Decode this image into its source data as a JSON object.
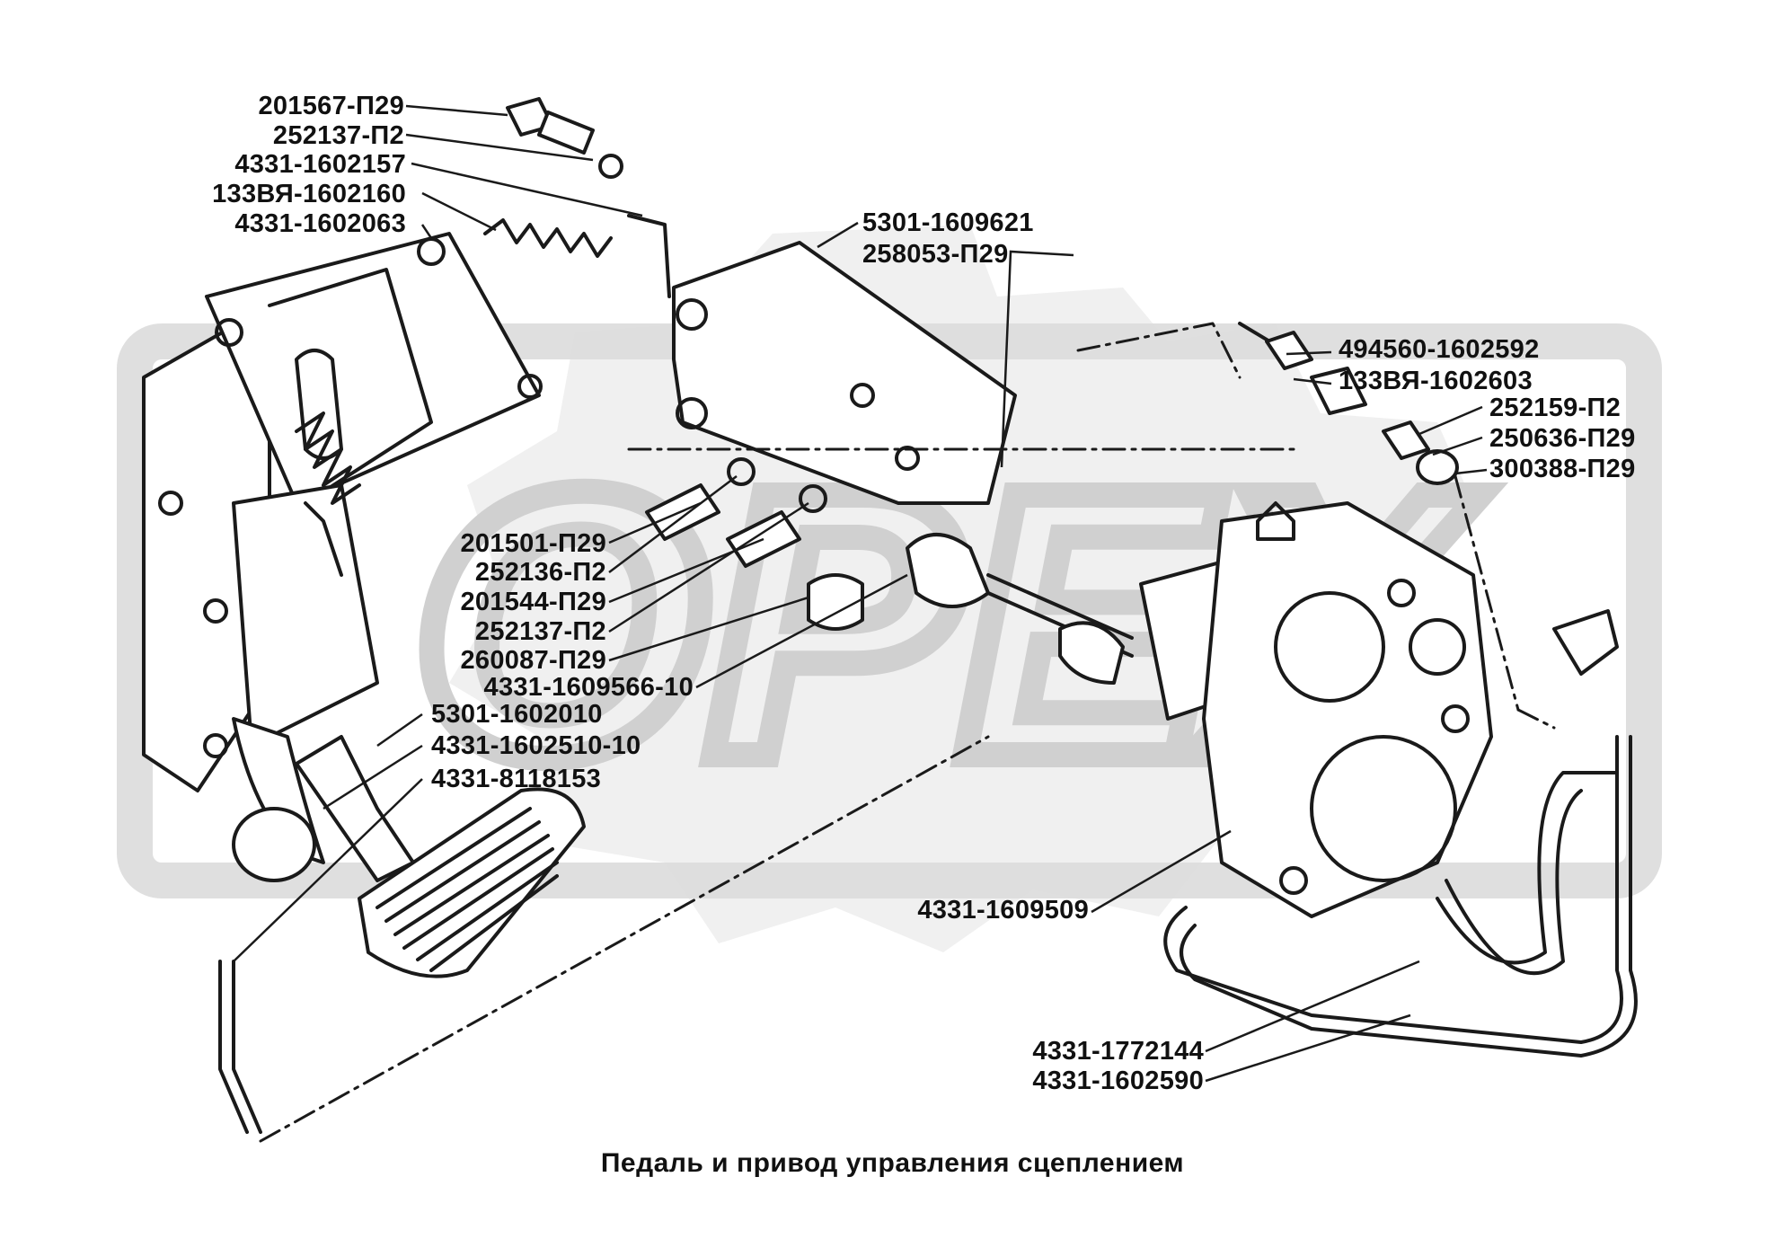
{
  "caption": "Педаль и привод управления сцеплением",
  "colors": {
    "line": "#1a1a1a",
    "watermark": "#d9d9d9",
    "background": "#ffffff"
  },
  "labels_left": [
    "201567-П29",
    "252137-П2",
    "4331-1602157",
    "133ВЯ-1602160",
    "4331-1602063"
  ],
  "labels_top_mid": [
    "5301-1609621",
    "258053-П29"
  ],
  "labels_right": [
    "494560-1602592",
    "133ВЯ-1602603",
    "252159-П2",
    "250636-П29",
    "300388-П29"
  ],
  "labels_center": [
    "201501-П29",
    "252136-П2",
    "201544-П29",
    "252137-П2",
    "260087-П29",
    "4331-1609566-10",
    "5301-1602010",
    "4331-1602510-10",
    "4331-8118153"
  ],
  "labels_bottom": [
    "4331-1609509",
    "4331-1772144",
    "4331-1602590"
  ]
}
